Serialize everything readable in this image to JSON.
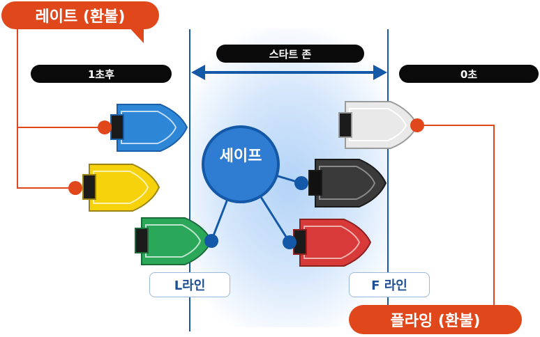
{
  "labels": {
    "rate_refund": "레이트 (환불)",
    "flying_refund": "플라잉 (환불)",
    "one_sec_after": "1초후",
    "start_zone": "스타트 존",
    "zero_sec": "0초",
    "safe": "세이프",
    "l_line": "L라인",
    "f_line": "F 라인"
  },
  "colors": {
    "blue": "#2e86d6",
    "yellow": "#f5d20c",
    "green": "#2ba75a",
    "white": "#e9e9e9",
    "black": "#3a3a3a",
    "red": "#d83a3a",
    "accent_red": "#e0481c",
    "navy": "#1458a8"
  }
}
